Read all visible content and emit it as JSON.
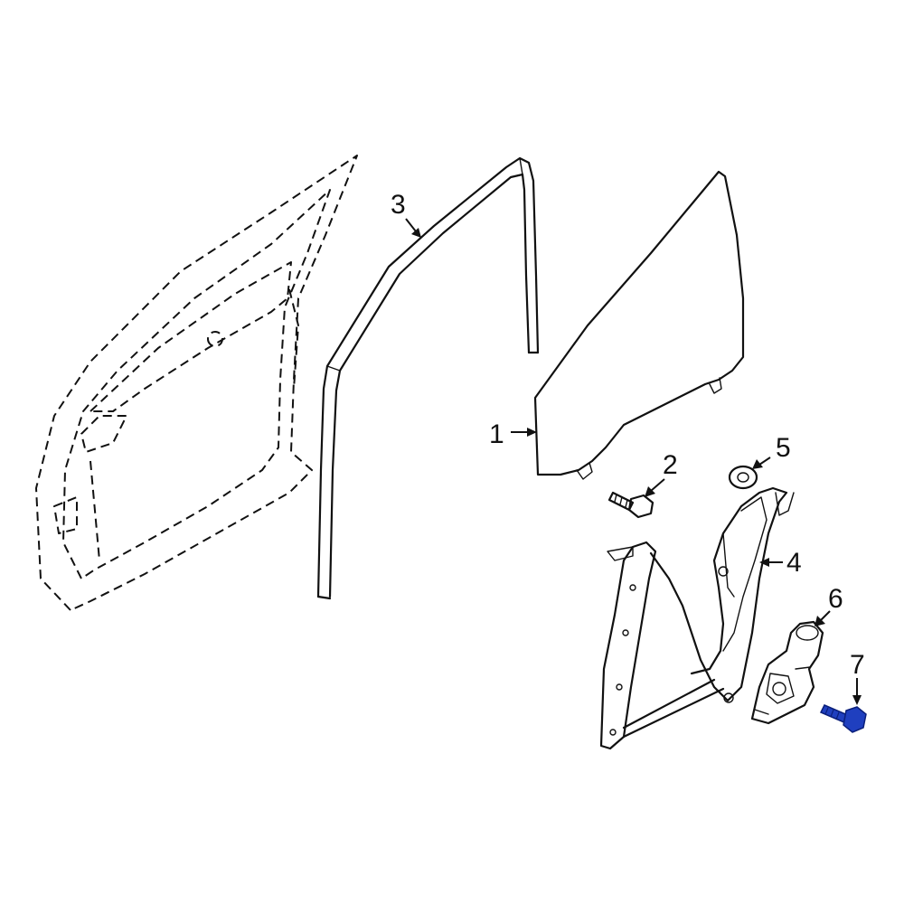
{
  "diagram": {
    "callouts": [
      {
        "id": "1",
        "label": "1"
      },
      {
        "id": "2",
        "label": "2"
      },
      {
        "id": "3",
        "label": "3"
      },
      {
        "id": "4",
        "label": "4"
      },
      {
        "id": "5",
        "label": "5"
      },
      {
        "id": "6",
        "label": "6"
      },
      {
        "id": "7",
        "label": "7"
      }
    ],
    "colors": {
      "line": "#111111",
      "highlight_part": "#1f3fbf",
      "background": "#ffffff"
    }
  }
}
